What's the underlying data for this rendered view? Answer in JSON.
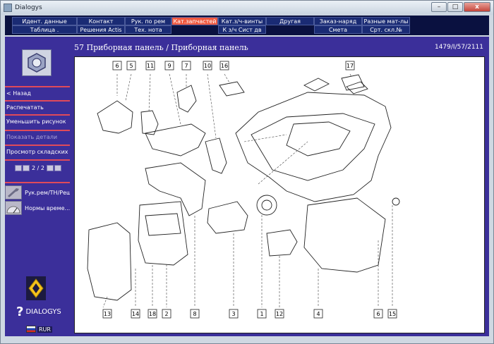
{
  "window": {
    "title": "Dialogys",
    "min_label": "–",
    "max_label": "□",
    "close_label": "x"
  },
  "tabs": {
    "row1": [
      "Идент. данные",
      "Контакт",
      "Рук. по рем",
      "Кат.запчастей",
      "Кат.з/ч-винты",
      "Другая",
      "Заказ-наряд",
      "Разные мат-лы"
    ],
    "row2": [
      "Таблица .",
      "Решения Actis",
      "Тех. нота",
      "К з/ч Сист дв",
      "Смета",
      "Срт. скл.№"
    ],
    "active": "Кат.запчастей"
  },
  "sidebar": {
    "items": [
      {
        "label": "< Назад",
        "enabled": true
      },
      {
        "label": "Распечатать",
        "enabled": true
      },
      {
        "label": "Уменьшить рисунок",
        "enabled": true
      },
      {
        "label": "Показать детали",
        "enabled": false
      },
      {
        "label": "Просмотр складских но...",
        "enabled": true
      }
    ],
    "pager": "2 / 2",
    "links": [
      "Рук.рем/ТН/Реш....",
      "Нормы време..."
    ],
    "brand": "DIALOGYS",
    "lang_code": "RUR"
  },
  "main": {
    "title": "57 Приборная панель / Приборная панель",
    "ref": "1479/I/57/2111"
  },
  "callouts_top": [
    "6",
    "5",
    "11",
    "9",
    "7",
    "10",
    "16",
    "17"
  ],
  "callouts_bottom": [
    "13",
    "14",
    "18",
    "2",
    "8",
    "3",
    "1",
    "12",
    "4",
    "6",
    "15"
  ],
  "colors": {
    "panel_bg": "#3b2f9a",
    "tab_bg": "#1a2b74",
    "tab_active": "#f0583f",
    "separator": "#e04a5a"
  }
}
